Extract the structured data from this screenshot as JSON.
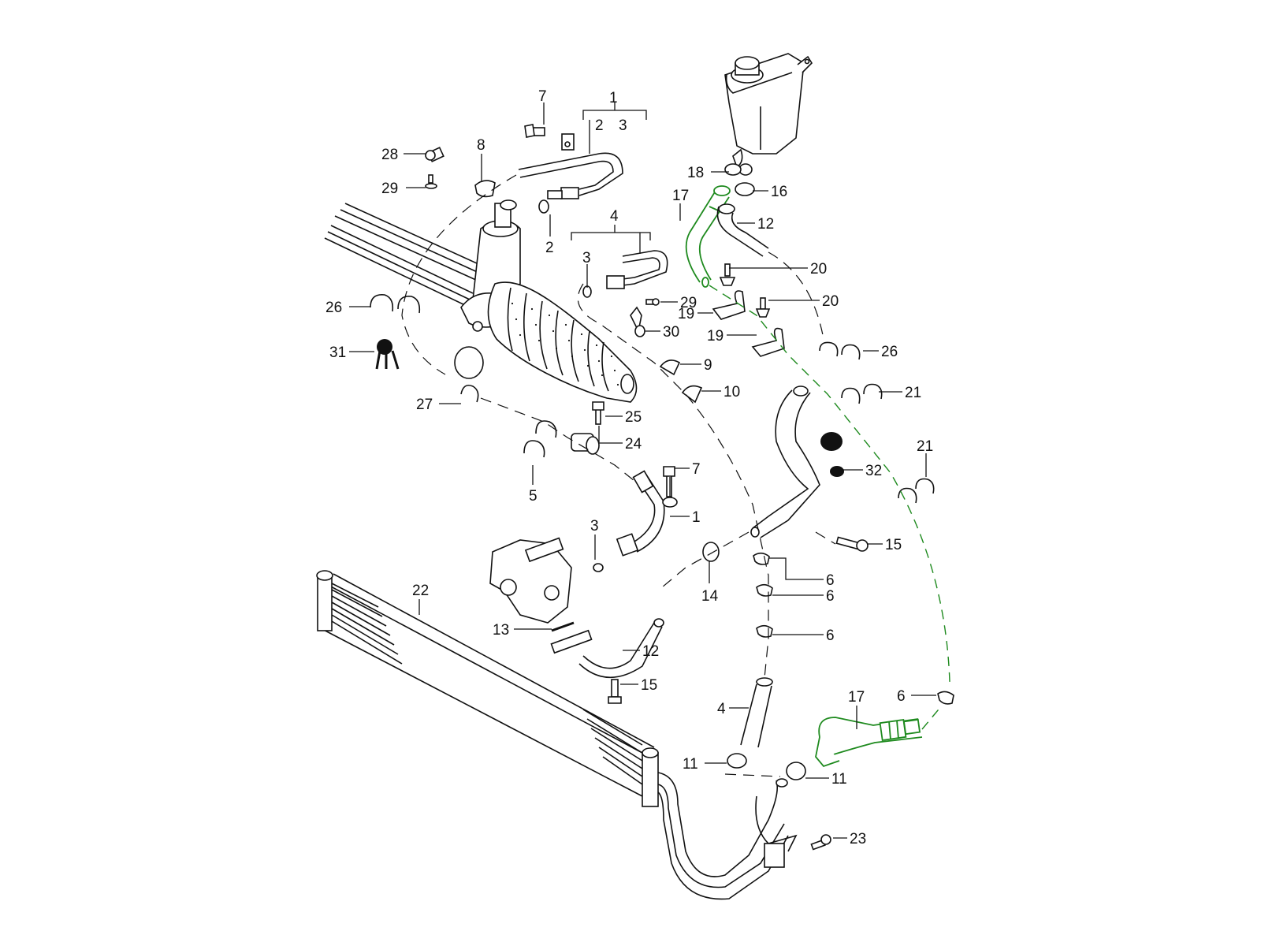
{
  "diagram": {
    "title": "",
    "highlight_color": "#1e8a1e",
    "line_color": "#111111",
    "background": "#ffffff",
    "callouts": [
      {
        "id": "c1_top",
        "text": "1"
      },
      {
        "id": "c2_sub",
        "text": "2"
      },
      {
        "id": "c3_sub",
        "text": "3"
      },
      {
        "id": "c7_top",
        "text": "7"
      },
      {
        "id": "c28",
        "text": "28"
      },
      {
        "id": "c8",
        "text": "8"
      },
      {
        "id": "c29_a",
        "text": "29"
      },
      {
        "id": "c2",
        "text": "2"
      },
      {
        "id": "c4_top",
        "text": "4"
      },
      {
        "id": "c3_a",
        "text": "3"
      },
      {
        "id": "c29_b",
        "text": "29"
      },
      {
        "id": "c30",
        "text": "30"
      },
      {
        "id": "c26_a",
        "text": "26"
      },
      {
        "id": "c31",
        "text": "31"
      },
      {
        "id": "c27",
        "text": "27"
      },
      {
        "id": "c9",
        "text": "9"
      },
      {
        "id": "c10",
        "text": "10"
      },
      {
        "id": "c25",
        "text": "25"
      },
      {
        "id": "c24",
        "text": "24"
      },
      {
        "id": "c5",
        "text": "5"
      },
      {
        "id": "c7_b",
        "text": "7"
      },
      {
        "id": "c1_b",
        "text": "1"
      },
      {
        "id": "c3_b",
        "text": "3"
      },
      {
        "id": "c18",
        "text": "18"
      },
      {
        "id": "c16",
        "text": "16"
      },
      {
        "id": "c17_a",
        "text": "17"
      },
      {
        "id": "c12_a",
        "text": "12"
      },
      {
        "id": "c20_a",
        "text": "20"
      },
      {
        "id": "c20_b",
        "text": "20"
      },
      {
        "id": "c19_a",
        "text": "19"
      },
      {
        "id": "c19_b",
        "text": "19"
      },
      {
        "id": "c26_b",
        "text": "26"
      },
      {
        "id": "c21_a",
        "text": "21"
      },
      {
        "id": "c21_b",
        "text": "21"
      },
      {
        "id": "c32",
        "text": "32"
      },
      {
        "id": "c15_a",
        "text": "15"
      },
      {
        "id": "c14",
        "text": "14"
      },
      {
        "id": "c6_a",
        "text": "6"
      },
      {
        "id": "c6_b",
        "text": "6"
      },
      {
        "id": "c6_c",
        "text": "6"
      },
      {
        "id": "c22",
        "text": "22"
      },
      {
        "id": "c13",
        "text": "13"
      },
      {
        "id": "c12_b",
        "text": "12"
      },
      {
        "id": "c15_b",
        "text": "15"
      },
      {
        "id": "c4_b",
        "text": "4"
      },
      {
        "id": "c11_a",
        "text": "11"
      },
      {
        "id": "c11_b",
        "text": "11"
      },
      {
        "id": "c17_b",
        "text": "17"
      },
      {
        "id": "c6_d",
        "text": "6"
      },
      {
        "id": "c23",
        "text": "23"
      }
    ],
    "parts": [
      "power-steering-line-1",
      "seal-ring-2",
      "seal-ring-3",
      "return-line-4",
      "clip-5",
      "hose-clamp-6",
      "bolt-7",
      "clip-8",
      "clip-9",
      "clip-10",
      "hose-clamp-11",
      "hose-12",
      "gasket-13",
      "clamp-14",
      "bolt-15",
      "hose-clamp-16",
      "hose-17",
      "hose-clamp-18",
      "bracket-19",
      "expanding-rivet-20",
      "clip-21",
      "oil-cooler-22",
      "screw-23",
      "bushing-24",
      "bolt-25",
      "double-clip-26",
      "clip-27",
      "plug-28",
      "screw-29",
      "holder-30",
      "clip-31",
      "clip-32",
      "steering-gear",
      "steering-pump",
      "fluid-reservoir"
    ]
  }
}
